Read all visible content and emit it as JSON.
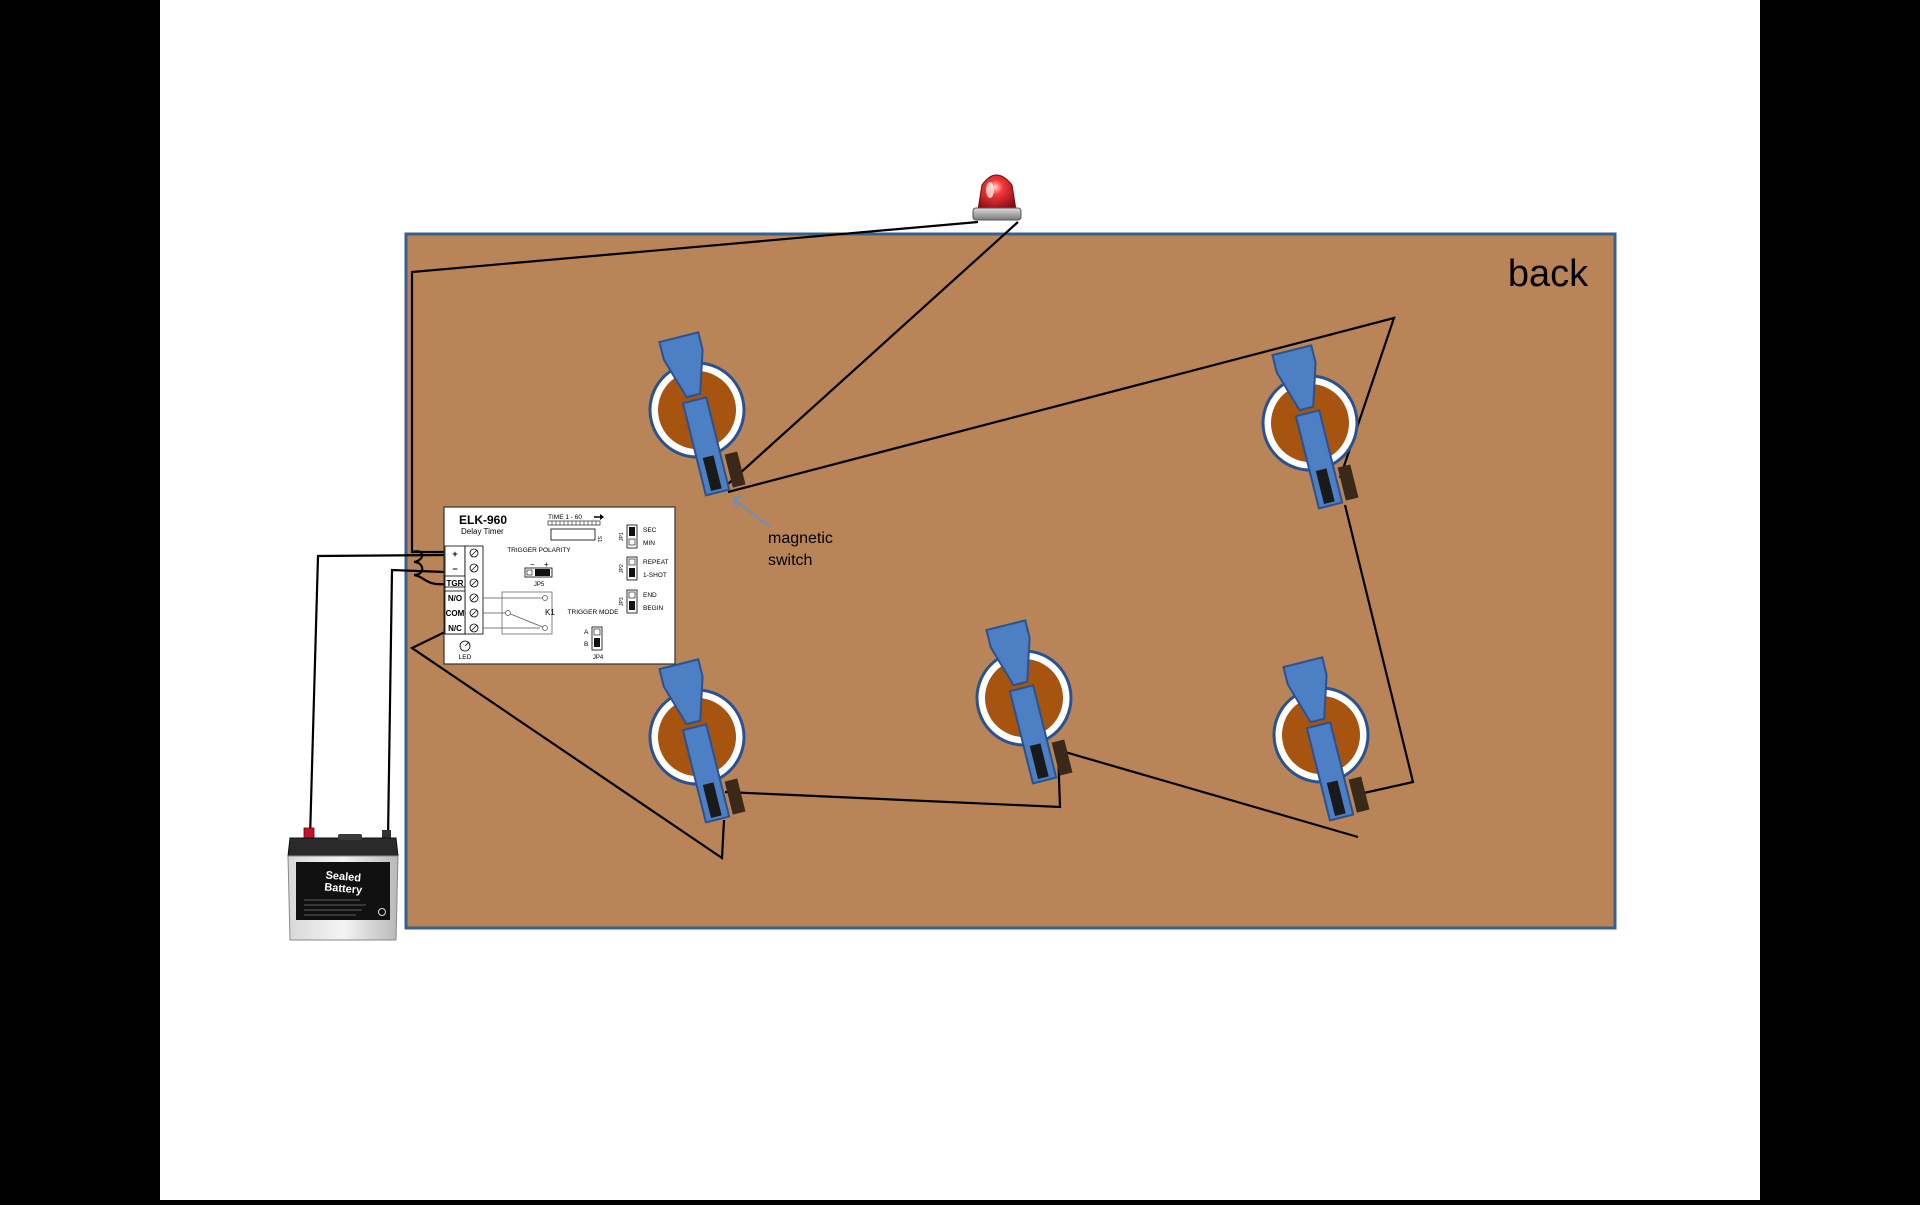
{
  "board": {
    "label": "back",
    "color": "#b98457",
    "border_color": "#3a5f8f"
  },
  "annotation": {
    "line1": "magnetic",
    "line2": "switch",
    "arrow_color": "#6b8fbf"
  },
  "timer": {
    "model": "ELK-960",
    "subtitle": "Delay Timer",
    "time_label": "TIME 1 - 60",
    "trigger_polarity": "TRIGGER POLARITY",
    "jp5": "JP5",
    "trigger_mode": "TRIGGER MODE",
    "jp4": "JP4",
    "mode_a": "A",
    "mode_b": "B",
    "relay": "K1",
    "led": "LED",
    "plus": "+",
    "minus": "−",
    "terminals": [
      "+",
      "−",
      "TGR",
      "N/O",
      "COM",
      "N/C"
    ],
    "jumpers": [
      {
        "top": "SEC",
        "bottom": "MIN",
        "tag": "JP1"
      },
      {
        "top": "REPEAT",
        "bottom": "1-SHOT",
        "tag": "JP2"
      },
      {
        "top": "END",
        "bottom": "BEGIN",
        "tag": "JP3"
      }
    ],
    "dip_tag": "S1"
  },
  "battery": {
    "line1": "Sealed",
    "line2": "Battery"
  },
  "colors": {
    "background": "#ffffff",
    "side_bars": "#000000",
    "wire": "#000000",
    "switch_blue": "#4d7fc4",
    "switch_dark": "#27507f",
    "socket_brown": "#a6540f",
    "magnet": "#3a2818",
    "beacon_red": "#d9191c"
  }
}
